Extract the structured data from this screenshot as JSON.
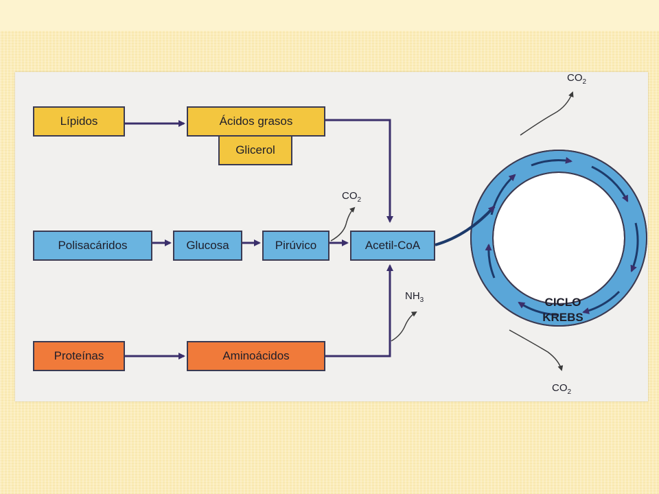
{
  "diagram": {
    "nodes": {
      "lipidos": "Lípidos",
      "acidos_grasos": "Ácidos grasos",
      "glicerol": "Glicerol",
      "polisacaridos": "Polisacáridos",
      "glucosa": "Glucosa",
      "piruvico": "Pirúvico",
      "acetil_coa": "Acetil-CoA",
      "proteinas": "Proteínas",
      "aminoacidos": "Aminoácidos"
    },
    "cycle": {
      "line1": "CICLO",
      "line2": "KREBS"
    },
    "byproducts": {
      "co2_piruvico": {
        "base": "CO",
        "sub": "2"
      },
      "co2_cycle_top": {
        "base": "CO",
        "sub": "2"
      },
      "co2_cycle_bottom": {
        "base": "CO",
        "sub": "2"
      },
      "nh3_aminoacidos": {
        "base": "NH",
        "sub": "3"
      }
    },
    "edges": [
      [
        "Lípidos",
        "Ácidos grasos"
      ],
      [
        "Ácidos grasos",
        "Acetil-CoA"
      ],
      [
        "Polisacáridos",
        "Glucosa"
      ],
      [
        "Glucosa",
        "Pirúvico"
      ],
      [
        "Pirúvico",
        "Acetil-CoA"
      ],
      [
        "Proteínas",
        "Aminoácidos"
      ],
      [
        "Aminoácidos",
        "Acetil-CoA"
      ],
      [
        "Acetil-CoA",
        "CICLO KREBS"
      ]
    ]
  },
  "colors": {
    "lipid_group": "#f3c63f",
    "carbohydrate_group": "#6ab4e0",
    "protein_group": "#f07a3a",
    "arrow": "#3b2f6b",
    "ring": "#5aa6d8"
  }
}
